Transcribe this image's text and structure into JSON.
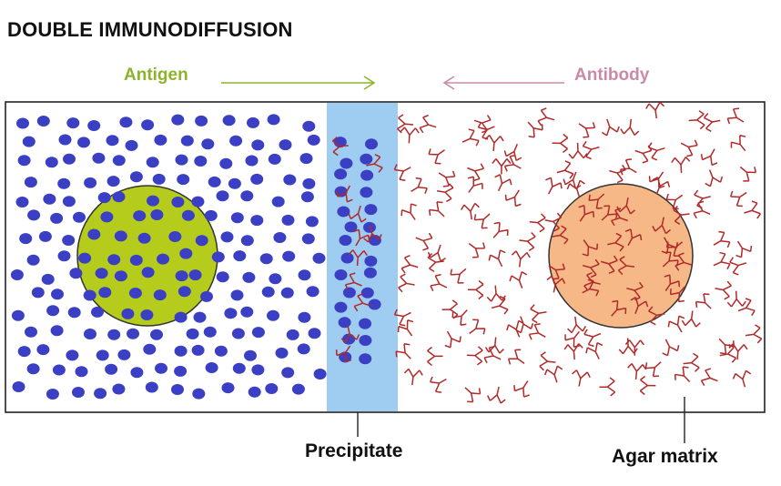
{
  "title": "DOUBLE IMMUNODIFFUSION",
  "labels": {
    "antigen": "Antigen",
    "antibody": "Antibody",
    "precipitate": "Precipitate",
    "agar_matrix": "Agar matrix"
  },
  "colors": {
    "antigen_text": "#8db32b",
    "antibody_text": "#c98aa8",
    "antigen_well": "#b5cc1d",
    "antibody_well": "#f6b887",
    "antigen_particle": "#3a3fc4",
    "antibody_shape": "#b02a2a",
    "precipitate_band": "#9fcdf2"
  },
  "icons": {
    "antigen_arrow": "arrow-right-icon",
    "antibody_arrow": "arrow-left-icon"
  }
}
